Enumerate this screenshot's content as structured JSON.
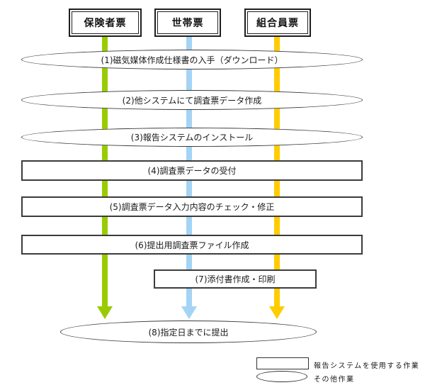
{
  "diagram_title": "report-system-workflow",
  "colors": {
    "green_arrow": "#99CC00",
    "blue_arrow": "#A3D4F4",
    "yellow_arrow": "#FFCC00",
    "shape_border": "#3c3c3c",
    "box_border": "#1f1f1f"
  },
  "top_boxes": [
    {
      "label": "保険者票",
      "arrow_color": "#99CC00"
    },
    {
      "label": "世帯票",
      "arrow_color": "#A3D4F4"
    },
    {
      "label": "組合員票",
      "arrow_color": "#FFCC00"
    }
  ],
  "steps": [
    {
      "shape": "ellipse",
      "label": "(1)磁気媒体作成仕様書の入手（ダウンロード）"
    },
    {
      "shape": "ellipse",
      "label": "(2)他システムにて調査票データ作成"
    },
    {
      "shape": "ellipse",
      "label": "(3)報告システムのインストール"
    },
    {
      "shape": "rect",
      "label": "(4)調査票データの受付"
    },
    {
      "shape": "rect",
      "label": "(5)調査票データ入力内容のチェック・修正"
    },
    {
      "shape": "rect",
      "label": "(6)提出用調査票ファイル作成"
    },
    {
      "shape": "rect",
      "label": "(7)添付書作成・印刷"
    },
    {
      "shape": "ellipse",
      "label": "(8)指定日までに提出"
    }
  ],
  "legend": {
    "rect_label": "報告システムを使用する作業",
    "ellipse_label": "その他作業"
  }
}
